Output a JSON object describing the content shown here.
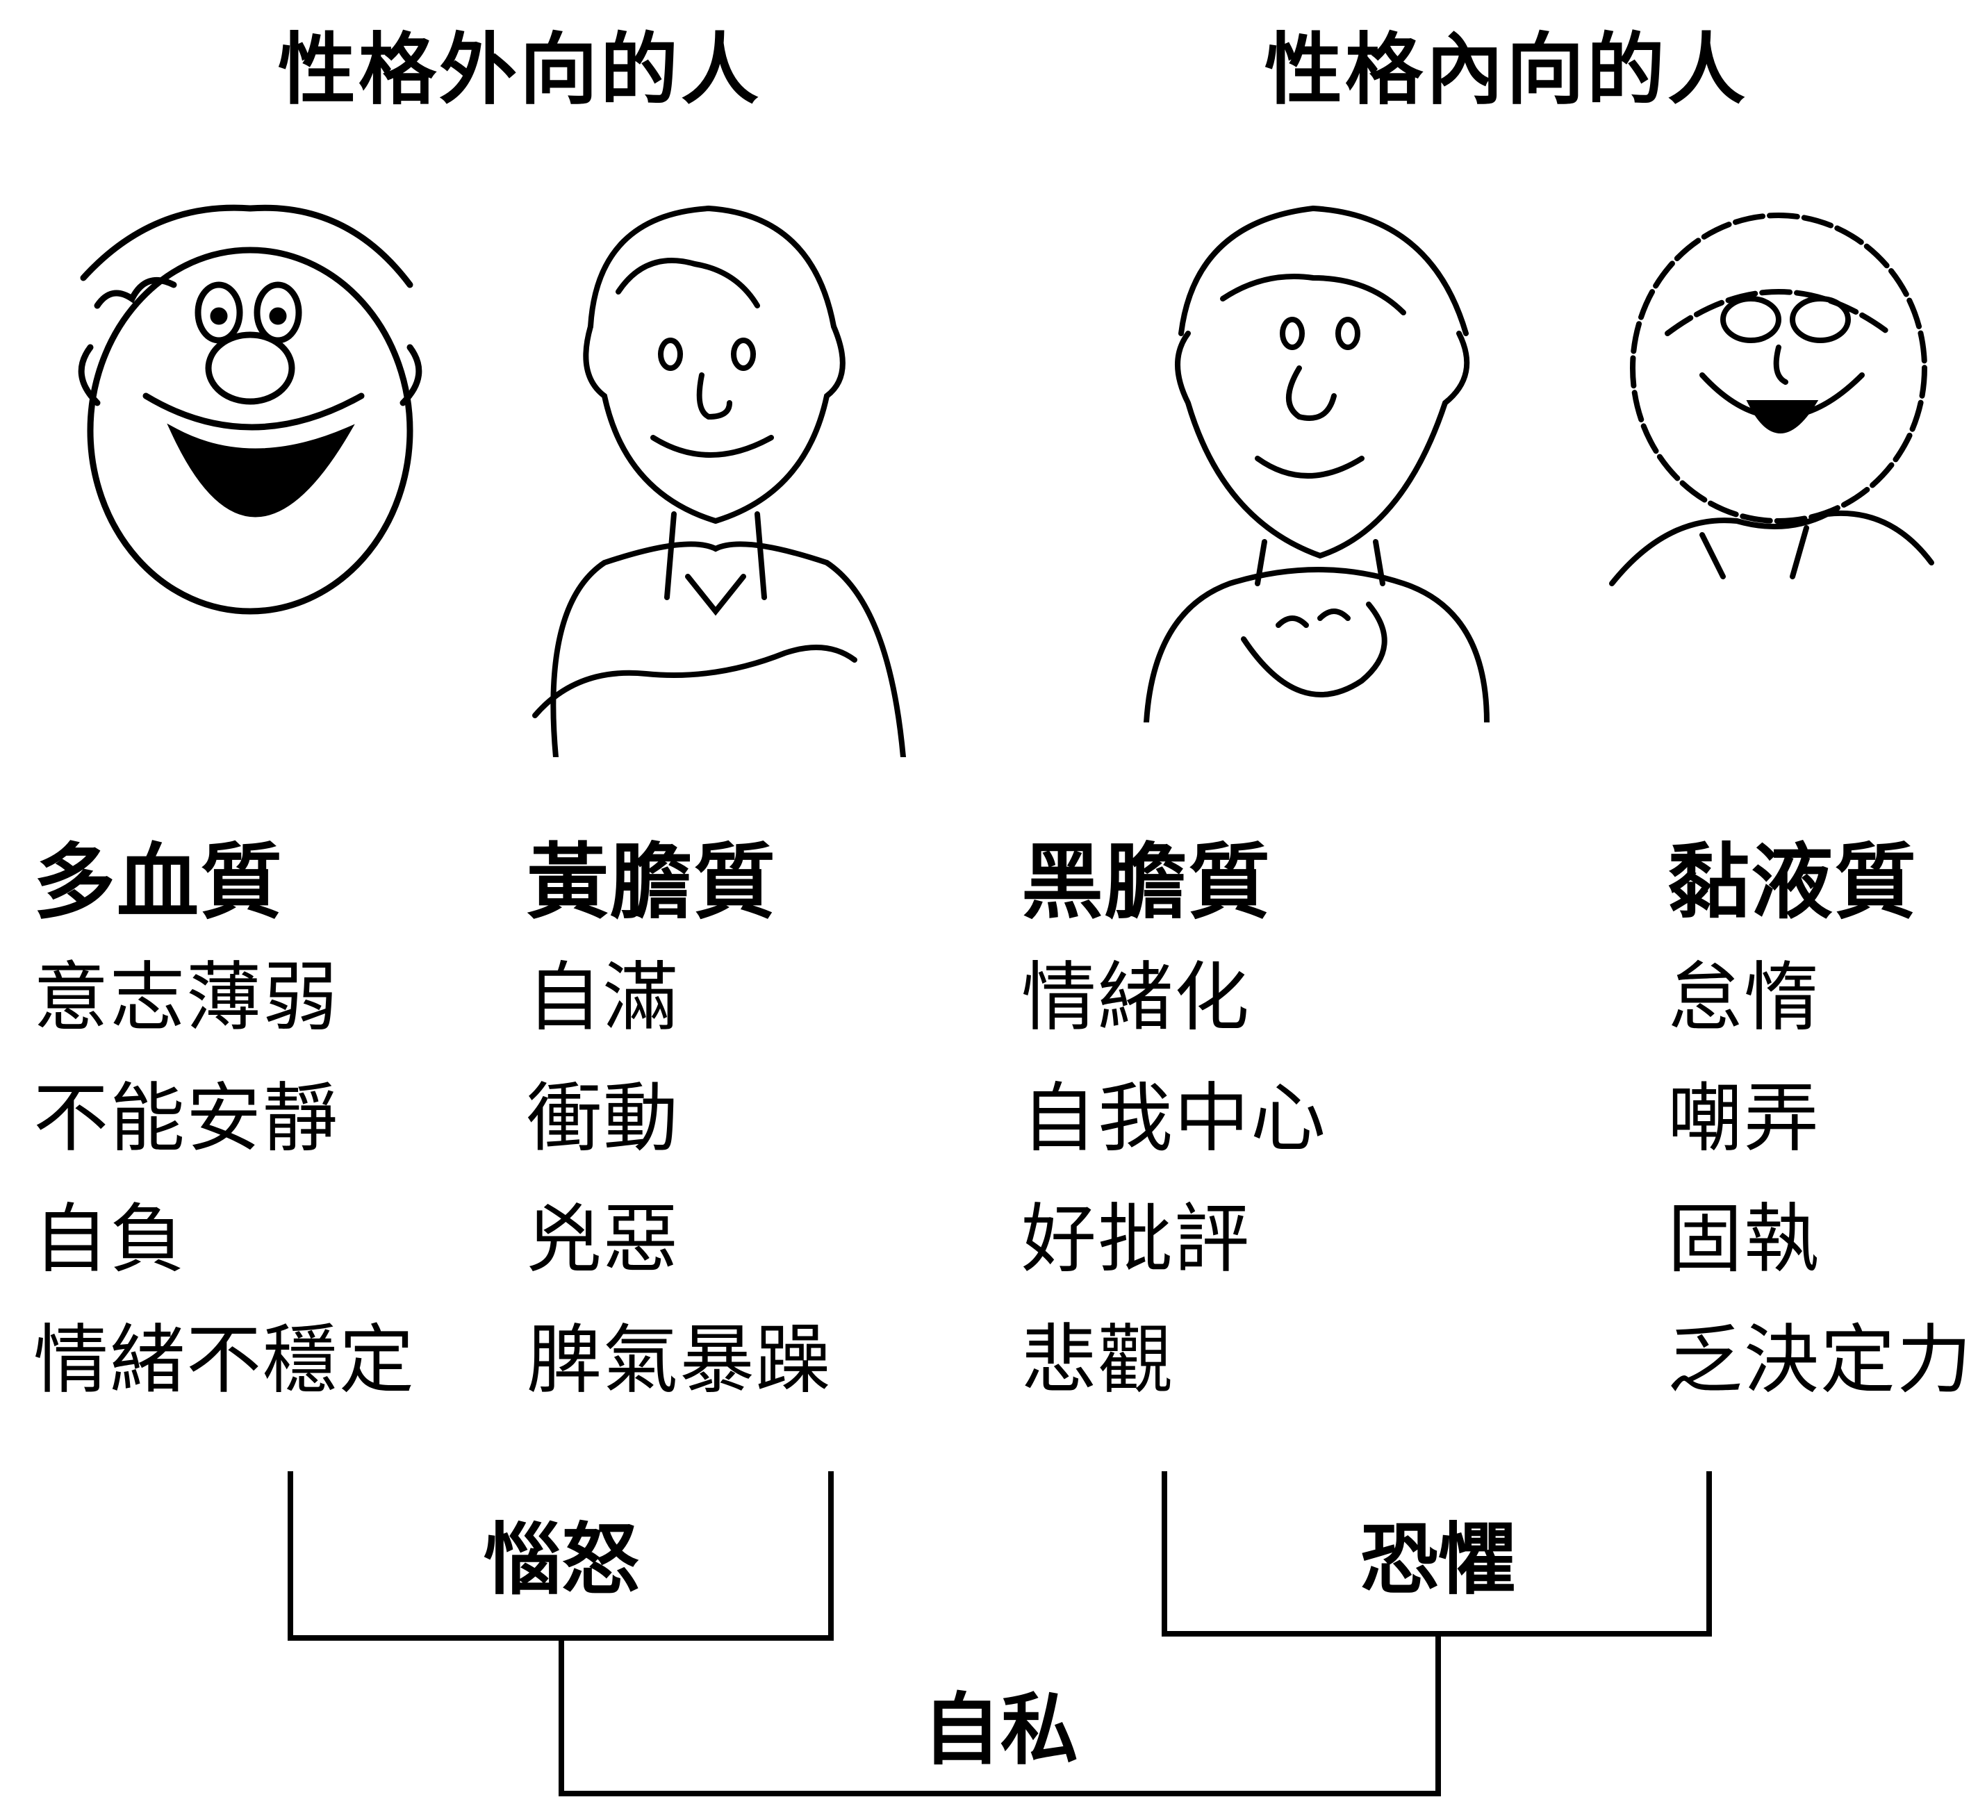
{
  "groups": {
    "extrovert": "性格外向的人",
    "introvert": "性格內向的人"
  },
  "temperaments": [
    {
      "name": "多血質",
      "traits": [
        "意志薄弱",
        "不能安靜",
        "自負",
        "情緒不穩定"
      ]
    },
    {
      "name": "黃膽質",
      "traits": [
        "自滿",
        "衝動",
        "兇惡",
        "脾氣暴躁"
      ]
    },
    {
      "name": "黑膽質",
      "traits": [
        "情緒化",
        "自我中心",
        "好批評",
        "悲觀"
      ]
    },
    {
      "name": "黏液質",
      "traits": [
        "怠惰",
        "嘲弄",
        "固執",
        "乏決定力"
      ]
    }
  ],
  "roots": {
    "anger": "惱怒",
    "fear": "恐懼",
    "selfish": "自私"
  },
  "icons": [
    "sanguine-face-icon",
    "choleric-man-icon",
    "melancholic-man-icon",
    "phlegmatic-woman-icon"
  ]
}
